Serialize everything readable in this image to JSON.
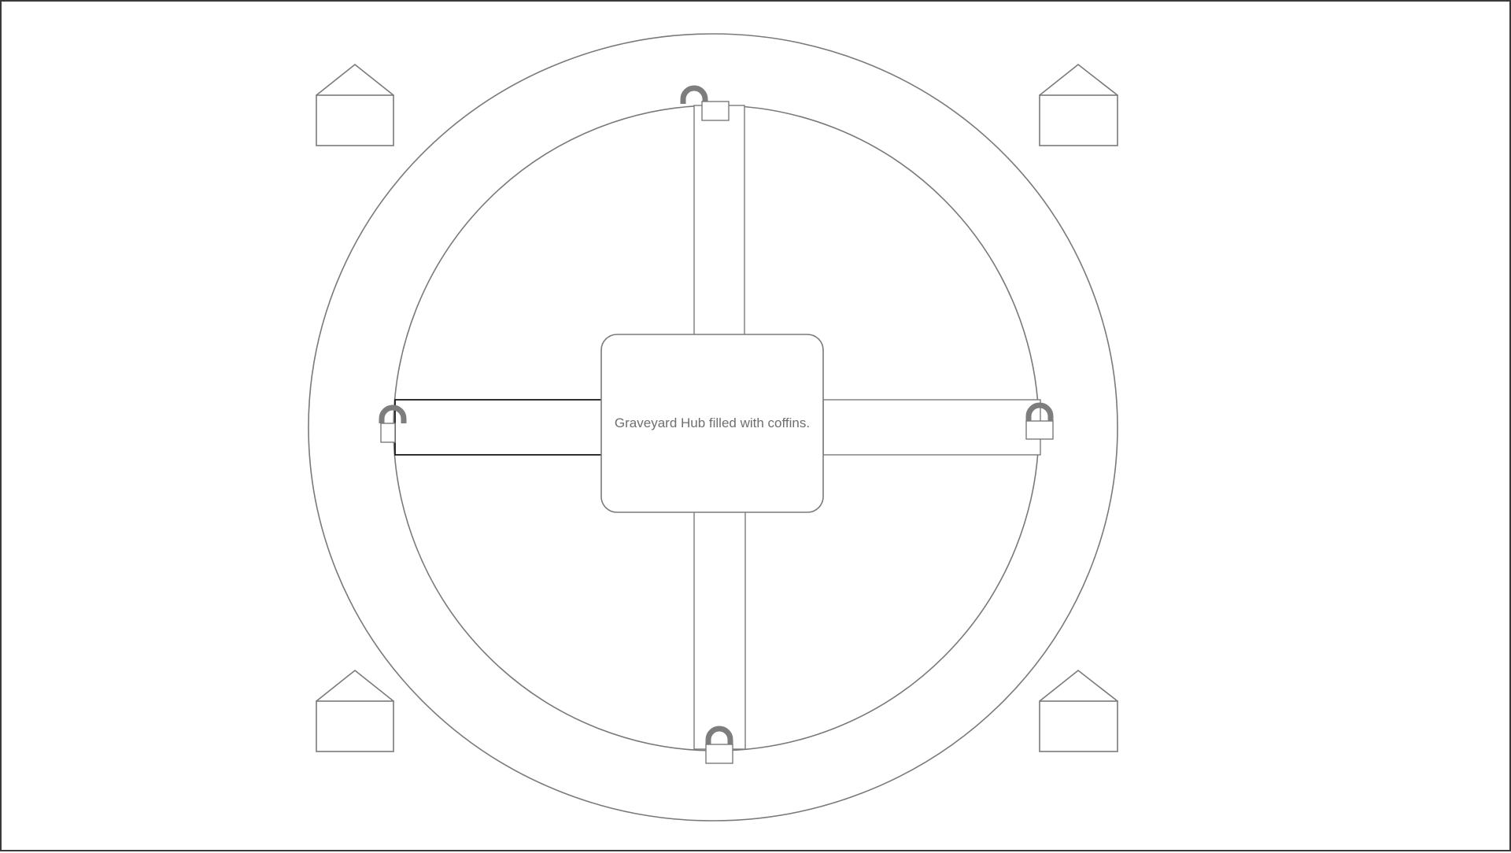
{
  "hub": {
    "label": "Graveyard Hub filled with coffins."
  },
  "houses": [
    "house",
    "house",
    "house",
    "house"
  ],
  "locks": [
    "top",
    "left",
    "right",
    "bottom"
  ],
  "colors": {
    "stroke": "#7a7a7a",
    "dark_stroke": "#1a1a1a",
    "lock_shackle": "#7d7d7d",
    "frame": "#3a3a3a"
  }
}
